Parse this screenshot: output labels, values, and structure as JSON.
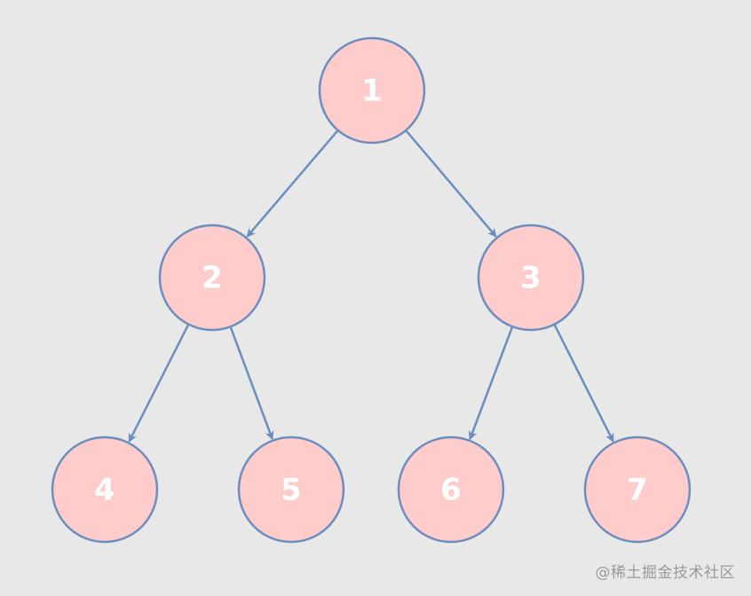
{
  "diagram": {
    "nodes": [
      {
        "id": "1",
        "label": "1"
      },
      {
        "id": "2",
        "label": "2"
      },
      {
        "id": "3",
        "label": "3"
      },
      {
        "id": "4",
        "label": "4"
      },
      {
        "id": "5",
        "label": "5"
      },
      {
        "id": "6",
        "label": "6"
      },
      {
        "id": "7",
        "label": "7"
      }
    ],
    "edges": [
      {
        "from": "1",
        "to": "2"
      },
      {
        "from": "1",
        "to": "3"
      },
      {
        "from": "2",
        "to": "4"
      },
      {
        "from": "2",
        "to": "5"
      },
      {
        "from": "3",
        "to": "6"
      },
      {
        "from": "3",
        "to": "7"
      }
    ],
    "colors": {
      "background": "#e8e8e8",
      "node_fill": "#ffcccc",
      "node_stroke": "#6c8ebf",
      "edge": "#6c8ebf",
      "label": "#ffffff"
    }
  },
  "watermark": "@稀土掘金技术社区"
}
